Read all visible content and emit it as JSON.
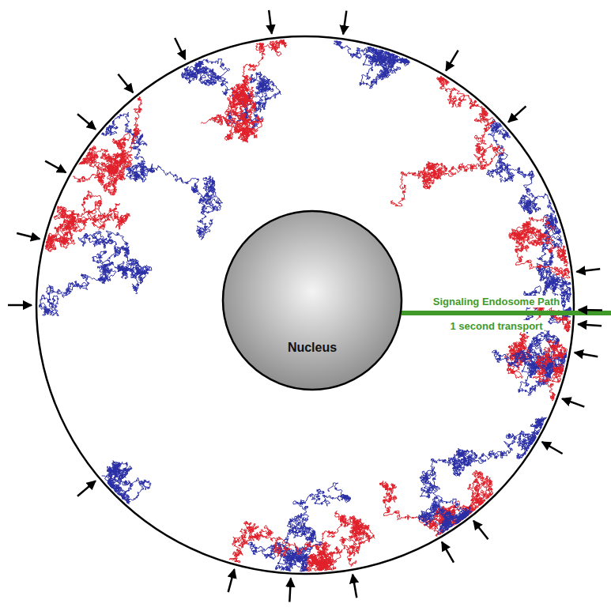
{
  "diagram": {
    "nodes": [
      {
        "text": [
          "Nucleus"
        ]
      }
    ],
    "labels": [
      "Signaling Endosome Path",
      "1 second transport"
    ]
  }
}
